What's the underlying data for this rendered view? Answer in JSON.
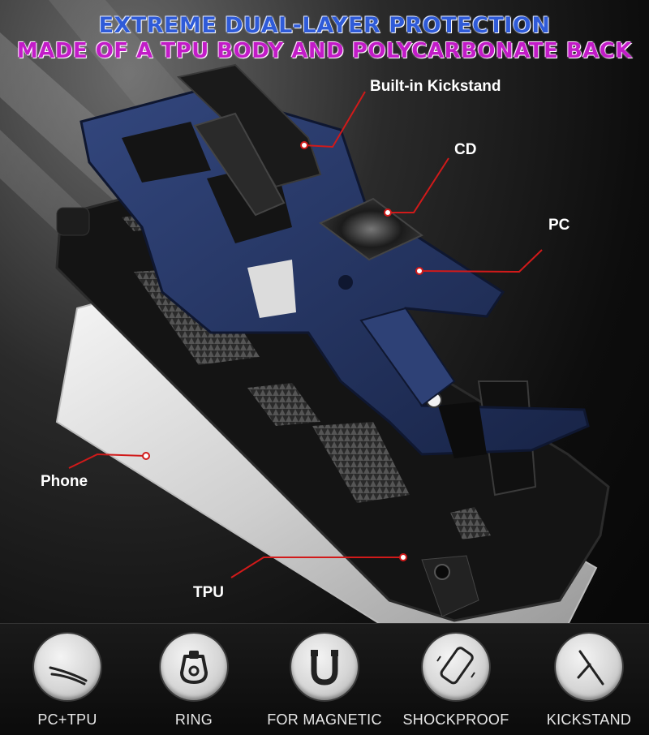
{
  "headline": {
    "line1": "EXTREME DUAL-LAYER PROTECTION",
    "line2": "MADE OF A TPU BODY AND POLYCARBONATE BACK",
    "line1_color": "#2f5bd8",
    "line2_color": "#c21cc7"
  },
  "callouts": {
    "kickstand": "Built-in Kickstand",
    "cd": "CD",
    "pc": "PC",
    "phone": "Phone",
    "tpu": "TPU",
    "line_color": "#d11a1a"
  },
  "features": [
    {
      "label": "PC+TPU",
      "icon": "curve-layers-icon"
    },
    {
      "label": "RING",
      "icon": "ring-icon"
    },
    {
      "label": "FOR MAGNETIC",
      "icon": "magnet-icon"
    },
    {
      "label": "SHOCKPROOF",
      "icon": "tilted-phone-icon"
    },
    {
      "label": "KICKSTAND",
      "icon": "kickstand-icon"
    }
  ],
  "colors": {
    "case_blue": "#1f2f5e",
    "case_black": "#141414",
    "background": "#0d0d0d"
  }
}
